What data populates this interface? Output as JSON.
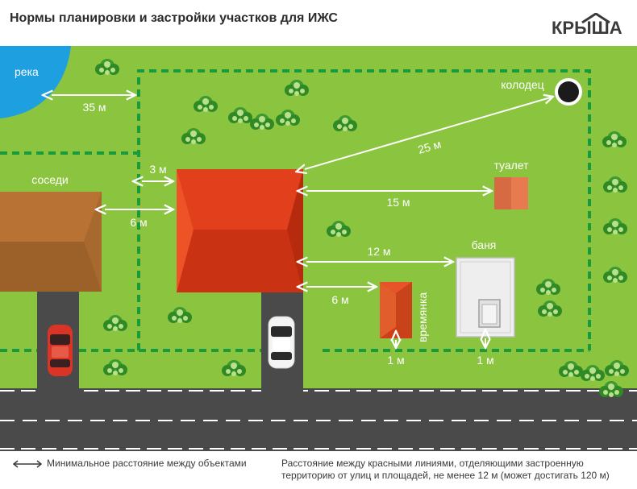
{
  "header": {
    "title": "Нормы планировки и застройки участков для ИЖС"
  },
  "logo": {
    "text": "КРЫША"
  },
  "scene": {
    "colors": {
      "grass": "#8bc53f",
      "river": "#1e9fe0",
      "road": "#4a4a4a",
      "fence": "#1a9a3a",
      "house_roof": "#e2401c",
      "neighbor_roof": "#a8692e",
      "annex_roof": "#e25d2c",
      "banya": "#eeeeee",
      "car_red": "#e03a2a",
      "car_white": "#f4f4f4"
    },
    "labels": {
      "river": "река",
      "neighbors": "соседи",
      "well": "колодец",
      "toilet": "туалет",
      "banya": "баня",
      "shed": "времянка"
    },
    "distances": {
      "river_fence": "35 м",
      "house_fence": "3 м",
      "house_neighbor": "6 м",
      "house_well": "25 м",
      "house_toilet": "15 м",
      "house_banya": "12 м",
      "house_shed": "6 м",
      "shed_fence": "1 м",
      "banya_fence": "1 м"
    }
  },
  "footer": {
    "legend_text": "Минимальное расстояние между объектами",
    "note_line1": "Расстояние между красными линиями, отделяющими застроенную",
    "note_line2": "территорию от улиц и площадей, не менее 12 м (может достигать 120 м)"
  }
}
